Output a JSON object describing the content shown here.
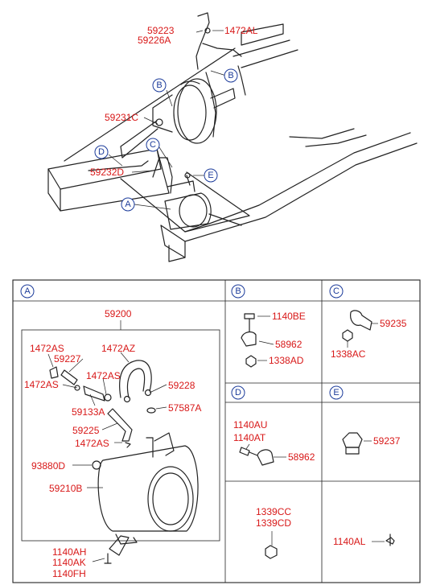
{
  "overview": {
    "labels": {
      "l59223": "59223",
      "l59226A": "59226A",
      "l1472AL": "1472AL",
      "l59231C": "59231C",
      "l59232D": "59232D"
    },
    "callouts": {
      "A": "A",
      "B1": "B",
      "B2": "B",
      "C": "C",
      "D": "D",
      "E": "E"
    }
  },
  "panelA": {
    "tag": "A",
    "assembly": "59200",
    "labels": {
      "a1472AS_1": "1472AS",
      "a59227": "59227",
      "a1472AS_2": "1472AS",
      "a1472AZ": "1472AZ",
      "a1472AS_3": "1472AS",
      "a59228": "59228",
      "a59133A": "59133A",
      "a57587A": "57587A",
      "a59225": "59225",
      "a1472AS_4": "1472AS",
      "a93880D": "93880D",
      "a59210B": "59210B",
      "a1140AH": "1140AH",
      "a1140AK": "1140AK",
      "a1140FH": "1140FH"
    }
  },
  "panelB": {
    "tag": "B",
    "labels": {
      "b1140BE": "1140BE",
      "b58962": "58962",
      "b1338AD": "1338AD"
    }
  },
  "panelC": {
    "tag": "C",
    "labels": {
      "c59235": "59235",
      "c1338AC": "1338AC"
    }
  },
  "panelD": {
    "tag": "D",
    "labels": {
      "d1140AU": "1140AU",
      "d1140AT": "1140AT",
      "d58962": "58962",
      "d1339CC": "1339CC",
      "d1339CD": "1339CD"
    }
  },
  "panelE": {
    "tag": "E",
    "labels": {
      "e59237": "59237",
      "e1140AL": "1140AL"
    }
  }
}
